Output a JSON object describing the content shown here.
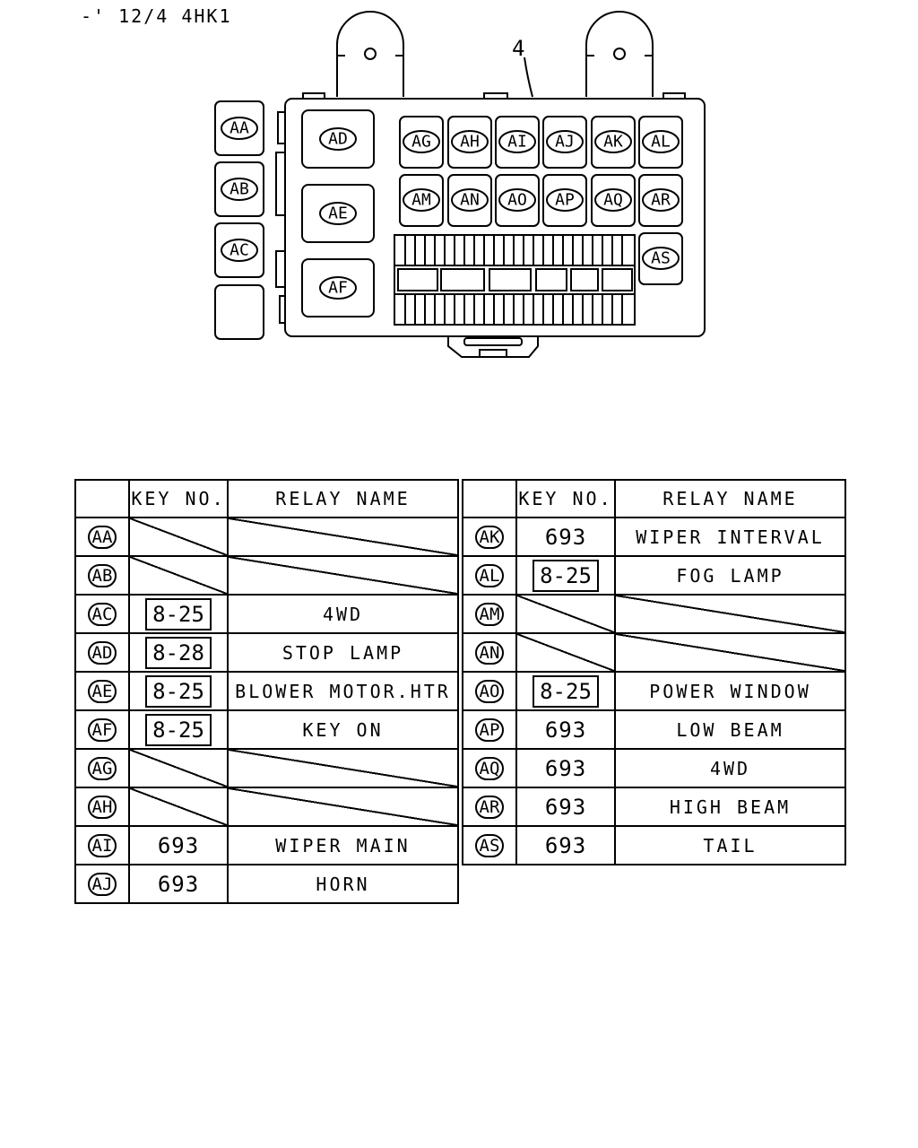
{
  "header": {
    "text": "-' 12/4  4HK1"
  },
  "diagram": {
    "callout": "4",
    "left_slots": [
      "AA",
      "AB",
      "AC"
    ],
    "large_slots": [
      "AD",
      "AE",
      "AF"
    ],
    "row1_slots": [
      "AG",
      "AH",
      "AI",
      "AJ",
      "AK",
      "AL"
    ],
    "row2_slots": [
      "AM",
      "AN",
      "AO",
      "AP",
      "AQ",
      "AR"
    ],
    "side_slot": "AS"
  },
  "table_headers": {
    "key_no": "KEY NO.",
    "relay_name": "RELAY NAME"
  },
  "table_left": [
    {
      "code": "AA",
      "key": "",
      "name": "",
      "boxed": false,
      "blank": true
    },
    {
      "code": "AB",
      "key": "",
      "name": "",
      "boxed": false,
      "blank": true
    },
    {
      "code": "AC",
      "key": "8-25",
      "name": "4WD",
      "boxed": true,
      "blank": false
    },
    {
      "code": "AD",
      "key": "8-28",
      "name": "STOP LAMP",
      "boxed": true,
      "blank": false
    },
    {
      "code": "AE",
      "key": "8-25",
      "name": "BLOWER MOTOR.HTR",
      "boxed": true,
      "blank": false
    },
    {
      "code": "AF",
      "key": "8-25",
      "name": "KEY ON",
      "boxed": true,
      "blank": false
    },
    {
      "code": "AG",
      "key": "",
      "name": "",
      "boxed": false,
      "blank": true
    },
    {
      "code": "AH",
      "key": "",
      "name": "",
      "boxed": false,
      "blank": true
    },
    {
      "code": "AI",
      "key": "693",
      "name": "WIPER MAIN",
      "boxed": false,
      "blank": false
    },
    {
      "code": "AJ",
      "key": "693",
      "name": "HORN",
      "boxed": false,
      "blank": false
    }
  ],
  "table_right": [
    {
      "code": "AK",
      "key": "693",
      "name": "WIPER INTERVAL",
      "boxed": false,
      "blank": false
    },
    {
      "code": "AL",
      "key": "8-25",
      "name": "FOG LAMP",
      "boxed": true,
      "blank": false
    },
    {
      "code": "AM",
      "key": "",
      "name": "",
      "boxed": false,
      "blank": true
    },
    {
      "code": "AN",
      "key": "",
      "name": "",
      "boxed": false,
      "blank": true
    },
    {
      "code": "AO",
      "key": "8-25",
      "name": "POWER WINDOW",
      "boxed": true,
      "blank": false
    },
    {
      "code": "AP",
      "key": "693",
      "name": "LOW BEAM",
      "boxed": false,
      "blank": false
    },
    {
      "code": "AQ",
      "key": "693",
      "name": "4WD",
      "boxed": false,
      "blank": false
    },
    {
      "code": "AR",
      "key": "693",
      "name": "HIGH BEAM",
      "boxed": false,
      "blank": false
    },
    {
      "code": "AS",
      "key": "693",
      "name": "TAIL",
      "boxed": false,
      "blank": false
    }
  ]
}
